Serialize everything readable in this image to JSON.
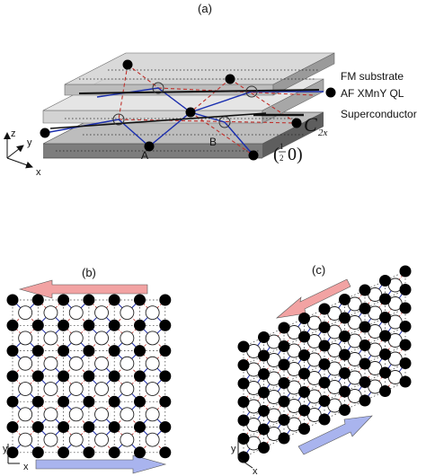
{
  "panels": {
    "a": "(a)",
    "b": "(b)",
    "c": "(c)"
  },
  "layers": {
    "fm": "FM substrate",
    "af": "AF XMnY QL",
    "sc": "Superconductor"
  },
  "sites": {
    "a": "A",
    "b": "B"
  },
  "symmetry": {
    "c2x": "C",
    "c2x_sub": "2x",
    "k": "(",
    "k_num": "1",
    "k_den": "2",
    "k_tail": "0)"
  },
  "axes": {
    "z": "z",
    "y": "y",
    "x": "x"
  },
  "colors": {
    "slab_face": "#c9c9c9",
    "slab_side": "#8e8e8e",
    "slab_dark": "#6f6f6f",
    "bond_blue": "#1a2fb0",
    "bond_red": "#c0302b",
    "arrow_red": "#f2a3a3",
    "arrow_blue": "#a9b4ee",
    "atom": "#000000"
  },
  "icons": {
    "filled_atom": "filled-circle",
    "open_atom": "open-circle"
  }
}
